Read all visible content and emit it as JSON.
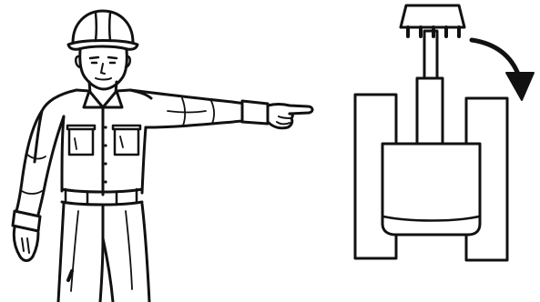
{
  "figure": {
    "left_panel": {
      "subject": "worker-in-hard-hat",
      "gesture": "arm-extended-pointing"
    },
    "right_panel": {
      "subject": "machine-top-view",
      "indicator": "curved-arrow-clockwise"
    }
  },
  "colors": {
    "line": "#111111",
    "background": "#ffffff"
  }
}
